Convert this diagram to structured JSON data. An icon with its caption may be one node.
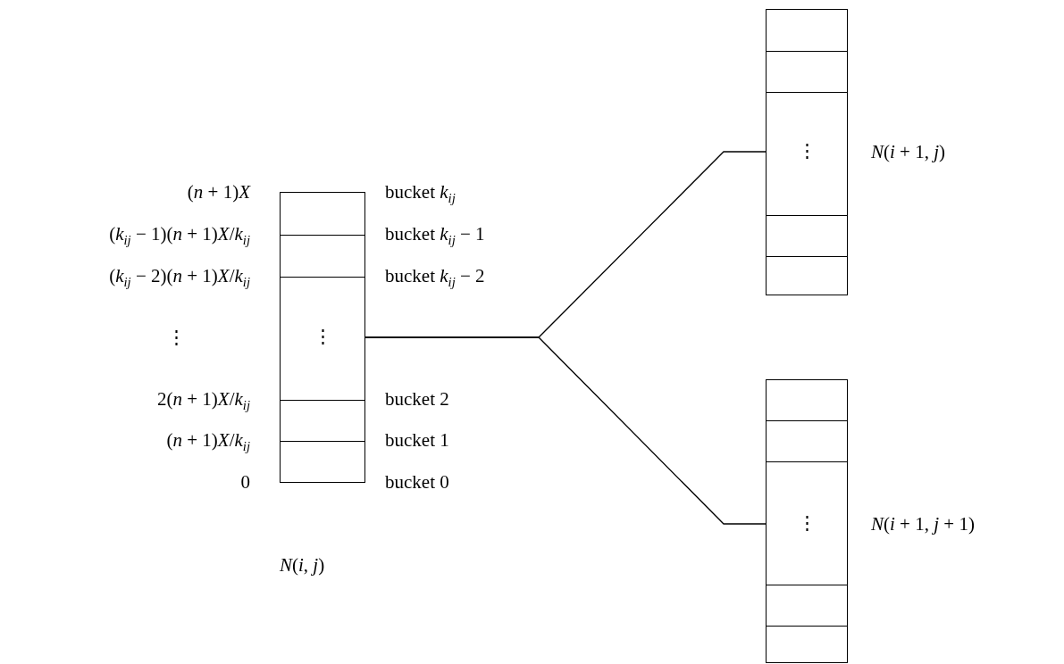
{
  "diagram": {
    "nodes": [
      {
        "text": [
          "⋮"
        ],
        "beside": [
          "*N*(*i*, *j*)"
        ]
      },
      {
        "text": [
          "⋮"
        ],
        "beside": [
          "*N*(*i* + 1, *j*)"
        ]
      },
      {
        "text": [
          "⋮"
        ],
        "beside": [
          "*N*(*i* + 1, *j* + 1)"
        ]
      }
    ],
    "edges": [
      {
        "from": 0,
        "to": 1,
        "arrow": "none"
      },
      {
        "from": 0,
        "to": 2,
        "arrow": "none"
      }
    ],
    "labels": [
      "(*n* + 1)*X*",
      "bucket *k*$_{ij}$",
      "(*k*$_{ij}$ − 1)(*n* + 1)*X*/*k*$_{ij}$",
      "bucket *k*$_{ij}$ − 1",
      "(*k*$_{ij}$ − 2)(*n* + 1)*X*/*k*$_{ij}$",
      "bucket *k*$_{ij}$ − 2",
      "⋮",
      "2(*n* + 1)*X*/*k*$_{ij}$",
      "bucket 2",
      "(*n* + 1)*X*/*k*$_{ij}$",
      "bucket 1",
      "0",
      "bucket 0"
    ]
  }
}
